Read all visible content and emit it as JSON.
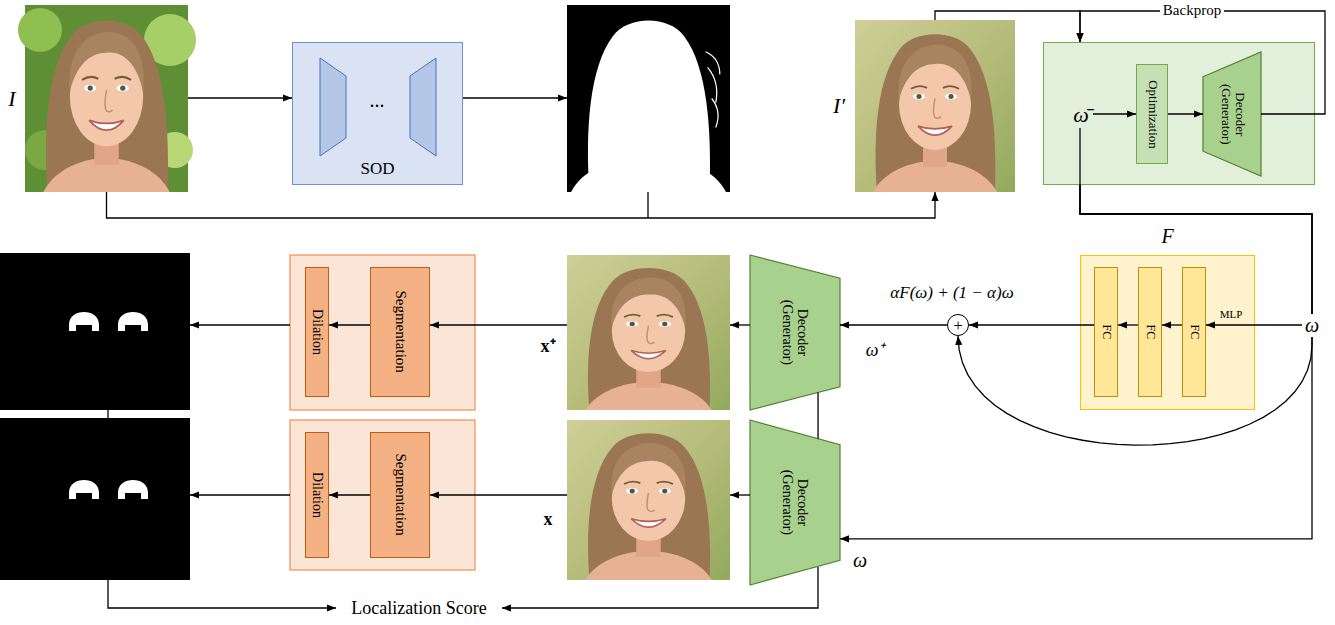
{
  "diagram": {
    "nodes": [
      {
        "text": [
          "I"
        ]
      },
      {
        "text": [
          "SOD"
        ]
      },
      {
        "text": [
          "I′"
        ]
      },
      {
        "text": [
          "ω̄"
        ]
      },
      {
        "text": [
          "Optimization"
        ],
        "in": 3
      },
      {
        "text": [
          "Decoder (Generator)"
        ],
        "in": 3
      },
      {
        "text": [
          "F",
          "MLP"
        ]
      },
      {
        "text": [
          "FC"
        ],
        "in": 6
      },
      {
        "text": [
          "FC"
        ],
        "in": 6
      },
      {
        "text": [
          "FC"
        ],
        "in": 6
      },
      {
        "text": [
          "+"
        ]
      },
      {
        "text": [
          "Decoder (Generator)"
        ]
      },
      {
        "text": [
          "x⁺"
        ]
      },
      {
        "text": [
          "Segmentation"
        ]
      },
      {
        "text": [
          "Dilation"
        ]
      },
      {
        "text": [
          "Decoder (Generator)"
        ]
      },
      {
        "text": [
          "x"
        ]
      },
      {
        "text": [
          "Segmentation"
        ]
      },
      {
        "text": [
          "Dilation"
        ]
      }
    ],
    "edges": [
      {
        "from": 0,
        "to": 1,
        "arrow": "to"
      },
      {
        "from": 0,
        "to": 2,
        "arrow": "to"
      },
      {
        "from": 2,
        "to": 3,
        "arrow": "to"
      },
      {
        "from": 5,
        "to": 3,
        "arrow": "to",
        "label": "Backprop"
      },
      {
        "from": 4,
        "to": 5,
        "arrow": "to"
      },
      {
        "from": 3,
        "to": 7,
        "arrow": "to",
        "label": "ω"
      },
      {
        "from": 3,
        "to": 10,
        "arrow": "to"
      },
      {
        "from": 3,
        "to": 15,
        "arrow": "to"
      },
      {
        "from": 7,
        "to": 8,
        "arrow": "to"
      },
      {
        "from": 8,
        "to": 9,
        "arrow": "to"
      },
      {
        "from": 9,
        "to": 10,
        "arrow": "to"
      },
      {
        "from": 10,
        "to": 11,
        "arrow": "to",
        "label": "αF(ω) + (1 − α)ω"
      },
      {
        "from": 11,
        "to": 12,
        "arrow": "to"
      },
      {
        "from": 12,
        "to": 13,
        "arrow": "to"
      },
      {
        "from": 13,
        "to": 14,
        "arrow": "to"
      },
      {
        "from": 11,
        "to": 15,
        "arrow": "none"
      },
      {
        "from": 15,
        "to": 16,
        "arrow": "to"
      },
      {
        "from": 16,
        "to": 17,
        "arrow": "to"
      },
      {
        "from": 17,
        "to": 18,
        "arrow": "to"
      }
    ],
    "labels": [
      "...",
      "ω⁺",
      "ω",
      "Localization Score"
    ]
  }
}
